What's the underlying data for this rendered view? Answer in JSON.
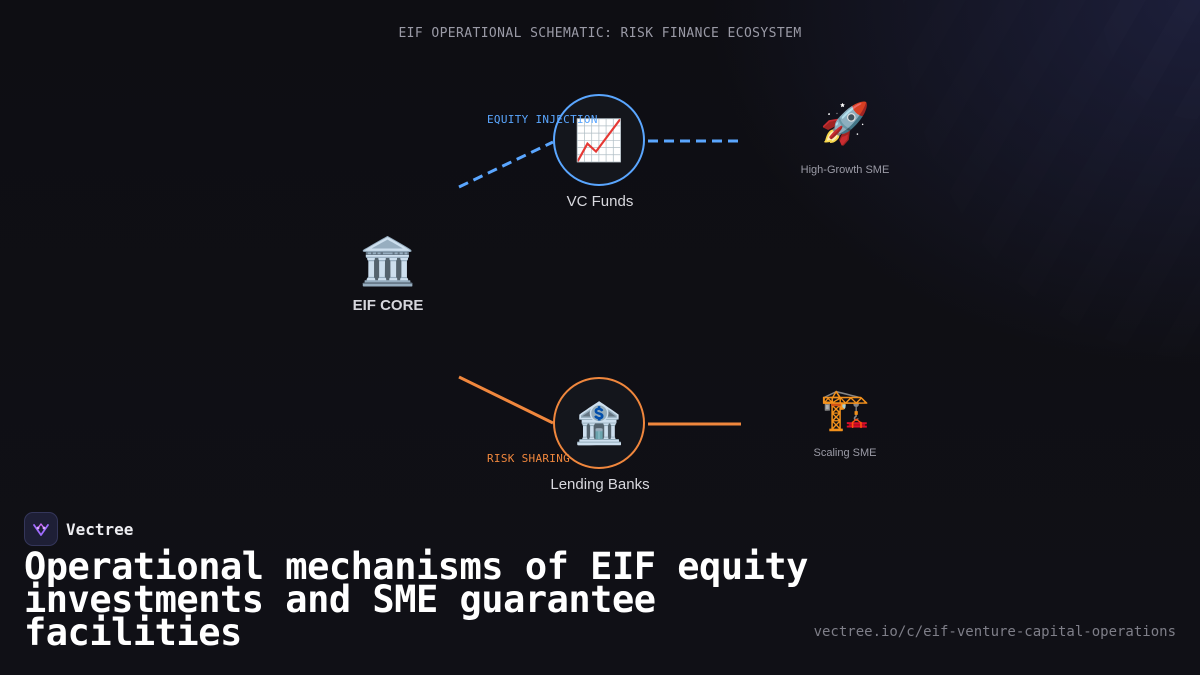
{
  "schematic_title": "EIF OPERATIONAL SCHEMATIC: RISK FINANCE ECOSYSTEM",
  "colors": {
    "equity_accent": "#5aa6ff",
    "debt_accent": "#f0873d",
    "background": "#0f0f14"
  },
  "nodes": {
    "core": {
      "label": "EIF CORE",
      "icon": "bank-building-icon",
      "glyph": "🏛️"
    },
    "vc_funds": {
      "label": "VC Funds",
      "icon": "chart-increasing-icon",
      "glyph": "📈"
    },
    "lending_banks": {
      "label": "Lending Banks",
      "icon": "bank-icon",
      "glyph": "🏦"
    },
    "high_growth_sme": {
      "label": "High-Growth SME",
      "icon": "rocket-icon",
      "glyph": "🚀"
    },
    "scaling_sme": {
      "label": "Scaling SME",
      "icon": "construction-crane-icon",
      "glyph": "🏗️"
    }
  },
  "edges": {
    "equity": {
      "label": "EQUITY INJECTION",
      "style": "dashed"
    },
    "risk": {
      "label": "RISK SHARING",
      "style": "solid"
    }
  },
  "brand": {
    "name": "Vectree",
    "icon": "vectree-logo-icon"
  },
  "headline": "Operational mechanisms of EIF equity investments and SME guarantee facilities",
  "url": "vectree.io/c/eif-venture-capital-operations"
}
